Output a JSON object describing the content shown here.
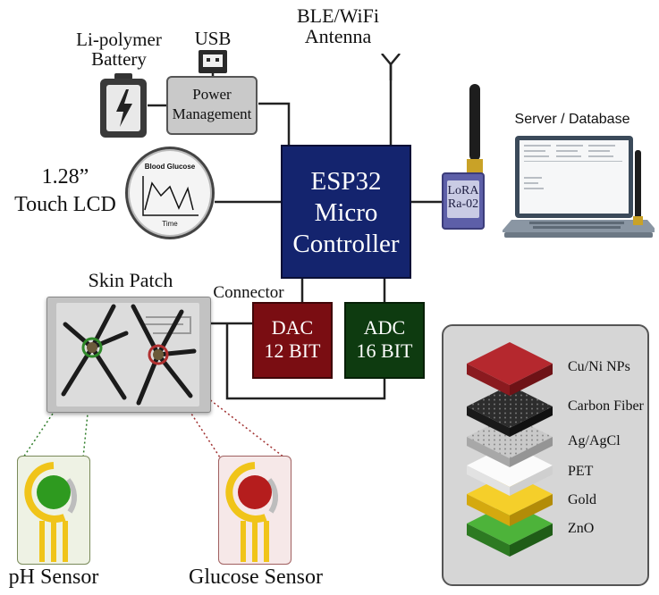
{
  "battery": {
    "label_line1": "Li-polymer",
    "label_line2": "Battery"
  },
  "usb": {
    "label": "USB"
  },
  "power": {
    "line1": "Power",
    "line2": "Management"
  },
  "antenna": {
    "line1": "BLE/WiFi",
    "line2": "Antenna"
  },
  "mcu": {
    "line1": "ESP32",
    "line2": "Micro",
    "line3": "Controller"
  },
  "lora": {
    "line1": "LoRA",
    "line2": "Ra-02"
  },
  "server": {
    "label": "Server / Database"
  },
  "lcd": {
    "size": "1.28”",
    "label": "Touch LCD",
    "screen_title": "Blood Glucose",
    "screen_xaxis": "Time"
  },
  "skin_patch": {
    "label": "Skin Patch"
  },
  "connector": {
    "label": "Connector"
  },
  "dac": {
    "line1": "DAC",
    "line2": "12 BIT"
  },
  "adc": {
    "line1": "ADC",
    "line2": "16 BIT"
  },
  "layers": [
    {
      "name": "Cu/Ni NPs",
      "color": "#b0282e"
    },
    {
      "name": "Carbon Fiber",
      "color": "#2a2a2a"
    },
    {
      "name": "Ag/AgCl",
      "color": "#bdbdbd"
    },
    {
      "name": "PET",
      "color": "#f4f4f4"
    },
    {
      "name": "Gold",
      "color": "#f0c419"
    },
    {
      "name": "ZnO",
      "color": "#3a9a2a"
    }
  ],
  "sensors": {
    "ph": "pH Sensor",
    "glucose": "Glucose Sensor"
  },
  "colors": {
    "mcu": "#14246e",
    "dac": "#7a0d12",
    "adc": "#0e3b10",
    "power": "#c9c9c9",
    "layer_panel": "#d6d6d6"
  }
}
